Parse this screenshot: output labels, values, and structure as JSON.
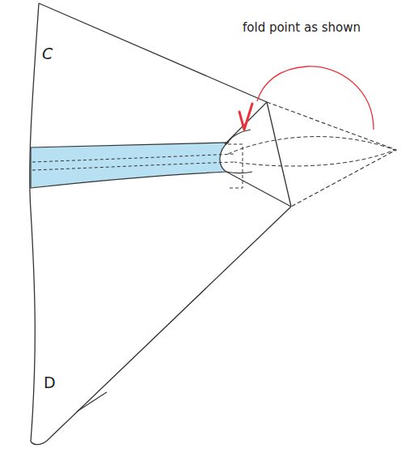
{
  "diagram": {
    "labels": [
      "fold point as shown",
      "C",
      "D"
    ]
  }
}
